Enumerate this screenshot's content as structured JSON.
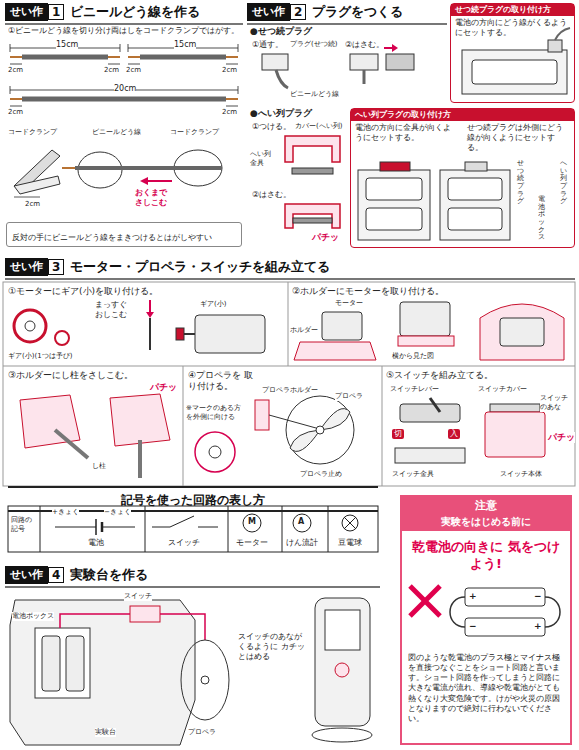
{
  "diagram": {
    "nodes": [
      {
        "text": [
          "せい作",
          "1",
          "ビニールどう線を作る"
        ]
      },
      {
        "text": [
          "反対の手にビニールどう線をまきつけるとはがしやすい"
        ]
      },
      {
        "text": [
          "せい作",
          "2",
          "プラグをつくる"
        ]
      },
      {
        "text": [
          "せつ続プラグの取り付け方",
          "電池の方向にどう線がくるようにセットする。"
        ]
      },
      {
        "text": [
          "へい列プラグの取り付け方",
          "電池の方向に金具が向くようにセットする。",
          "せつ続プラグは外側にどう線が向くようにセットする。"
        ]
      },
      {
        "text": [
          "せい作",
          "3",
          "モーター・プロペラ・スイッチを組み立てる"
        ]
      },
      {
        "text": [
          "記号を使った回路の表し方"
        ]
      },
      {
        "text": [
          "注意",
          "実験をはじめる前に",
          "乾電池の向きに 気をつけよう!",
          "図のような乾電池のプラス極とマイナス極を直接つなぐことをショート回路と言います。ショート回路を作ってしまうと回路に大きな電流が流れ、導線や乾電池がとても熱くなり大変危険です。けがや火災の原因となりますので絶対に行わないでください。"
        ]
      },
      {
        "text": [
          "せい作",
          "4",
          "実験台を作る"
        ]
      }
    ],
    "labels": [
      "①ビニールどう線を切り分け両はしをコードクランプではがす。",
      "15cm",
      "15cm",
      "2cm",
      "2cm",
      "2cm",
      "2cm",
      "20cm",
      "2cm",
      "2cm",
      "コードクランプ",
      "ビニールどう線",
      "コードクランプ",
      "2cm",
      "おくまで さしこむ",
      "●せつ続プラグ",
      "①通す。",
      "プラグ(せつ続)",
      "ビニールどう線",
      "②はさむ。",
      "●へい列プラグ",
      "①つける。",
      "カバー(へい列)",
      "へい列 金具",
      "②はさむ。",
      "パチッ",
      "せつ続プラグ",
      "へい列プラグ",
      "電池ボックス",
      "①モーターにギア(小)を取り付ける。",
      "まっすぐ おしこむ",
      "ギア(小)",
      "ギア(小)(1つは予び)",
      "②ホルダーにモーターを取り付ける。",
      "モーター",
      "ホルダー",
      "横から見た図",
      "③ホルダーにし柱をさしこむ。",
      "パチッ",
      "し柱",
      "④プロペラを 取り付ける。",
      "プロペラホルダー",
      "プロペラ",
      "※マークのある方 を外側に向ける",
      "プロペラ止め",
      "⑤スイッチを組み立てる。",
      "スイッチレバー",
      "スイッチカバー",
      "スイッチ のあな",
      "切",
      "入",
      "スイッチ金具",
      "スイッチ本体",
      "パチッ",
      "回路の 記号",
      "+きょく",
      "−きょく",
      "電池",
      "スイッチ",
      "M",
      "モーター",
      "A",
      "けん流計",
      "豆電球",
      "+",
      "−",
      "−",
      "+",
      "スイッチ",
      "電池ボックス",
      "実験台",
      "プロペラ",
      "スイッチのあなが くるように カチッ とはめる"
    ]
  }
}
